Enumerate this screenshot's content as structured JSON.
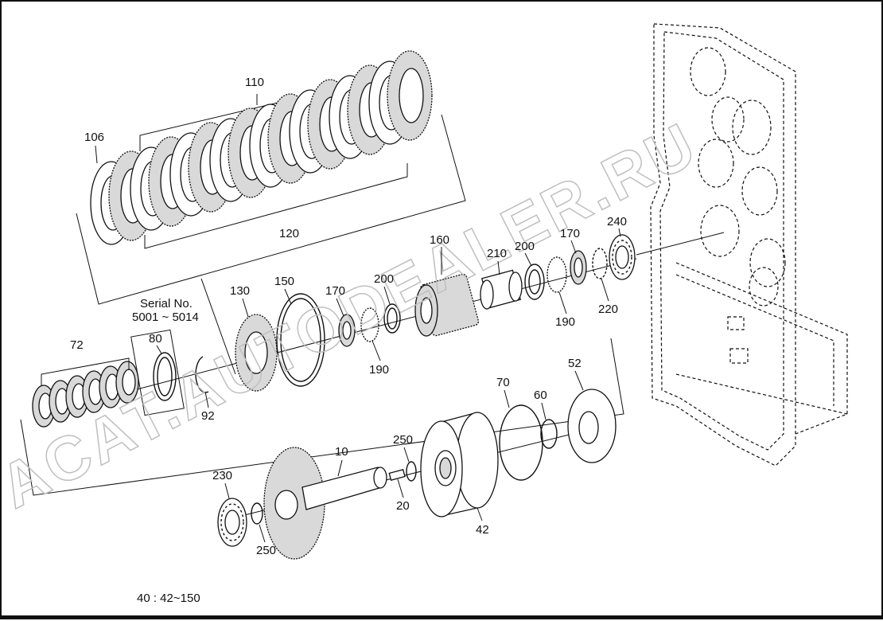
{
  "watermark": "ACAT.AUTODEALER.RU",
  "footnote": "40 : 42~150",
  "serial_note": {
    "line1": "Serial No.",
    "line2": "5001 ~ 5014"
  },
  "callouts": {
    "p110": "110",
    "p106": "106",
    "p120": "120",
    "p160": "160",
    "p240": "240",
    "p170a": "170",
    "p200a": "200",
    "p210": "210",
    "p190a": "190",
    "p220": "220",
    "p130": "130",
    "p150": "150",
    "p170b": "170",
    "p200b": "200",
    "p190b": "190",
    "p72": "72",
    "p80": "80",
    "p92": "92",
    "p10": "10",
    "p250a": "250",
    "p70": "70",
    "p60": "60",
    "p52": "52",
    "p230": "230",
    "p250b": "250",
    "p20": "20",
    "p42": "42"
  },
  "colors": {
    "line": "#111111",
    "background": "#ffffff",
    "watermark": "#bfbfbf"
  }
}
